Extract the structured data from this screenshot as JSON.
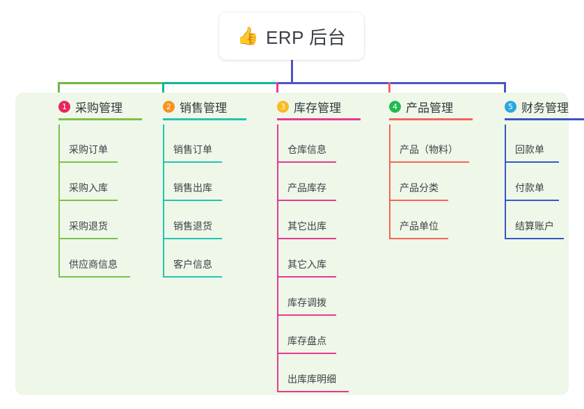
{
  "root": {
    "icon": "thumbs-up-icon",
    "icon_glyph": "👍",
    "title": "ERP 后台"
  },
  "palette": {
    "panel_background": "#eef7e8",
    "page_background": "#ffffff",
    "root_stem": "#4a56c4",
    "text": "#3c4043"
  },
  "connector_bar": {
    "segments": [
      {
        "name": "green-segment",
        "color": "#6fb83f"
      },
      {
        "name": "teal-segment",
        "color": "#0fb79b"
      },
      {
        "name": "blue-segment",
        "color": "#4a56c4"
      }
    ]
  },
  "columns": [
    {
      "number": "1",
      "title": "采购管理",
      "badge_color": "#e8265a",
      "rule_color": "#7cc04a",
      "drop_color": "#6fb83f",
      "rule_width": 120,
      "items": [
        {
          "label": "采购订单",
          "rule_width": 85
        },
        {
          "label": "采购入库",
          "rule_width": 85
        },
        {
          "label": "采购退货",
          "rule_width": 85
        },
        {
          "label": "供应商信息",
          "rule_width": 103
        }
      ]
    },
    {
      "number": "2",
      "title": "销售管理",
      "badge_color": "#f7921e",
      "rule_color": "#22c3b4",
      "drop_color": "#0fb79b",
      "rule_width": 120,
      "items": [
        {
          "label": "销售订单",
          "rule_width": 85
        },
        {
          "label": "销售出库",
          "rule_width": 85
        },
        {
          "label": "销售退货",
          "rule_width": 85
        },
        {
          "label": "客户信息",
          "rule_width": 85
        }
      ]
    },
    {
      "number": "3",
      "title": "库存管理",
      "badge_color": "#f9bb20",
      "rule_color": "#e8388f",
      "drop_color": "#ea3a8e",
      "rule_width": 120,
      "items": [
        {
          "label": "仓库信息",
          "rule_width": 85
        },
        {
          "label": "产品库存",
          "rule_width": 85
        },
        {
          "label": "其它出库",
          "rule_width": 85
        },
        {
          "label": "其它入库",
          "rule_width": 85
        },
        {
          "label": "库存调拨",
          "rule_width": 85
        },
        {
          "label": "库存盘点",
          "rule_width": 85
        },
        {
          "label": "出库库明细",
          "rule_width": 103
        }
      ]
    },
    {
      "number": "4",
      "title": "产品管理",
      "badge_color": "#20ba53",
      "rule_color": "#f4645c",
      "drop_color": "#f4645c",
      "rule_width": 120,
      "items": [
        {
          "label": "产品（物料）",
          "rule_width": 115
        },
        {
          "label": "产品分类",
          "rule_width": 85
        },
        {
          "label": "产品单位",
          "rule_width": 85
        }
      ]
    },
    {
      "number": "5",
      "title": "财务管理",
      "badge_color": "#29a7e0",
      "rule_color": "#3657c7",
      "drop_color": "#4a56c4",
      "rule_width": 120,
      "items": [
        {
          "label": "回款单",
          "rule_width": 78
        },
        {
          "label": "付款单",
          "rule_width": 78
        },
        {
          "label": "结算账户",
          "rule_width": 85
        }
      ]
    }
  ]
}
